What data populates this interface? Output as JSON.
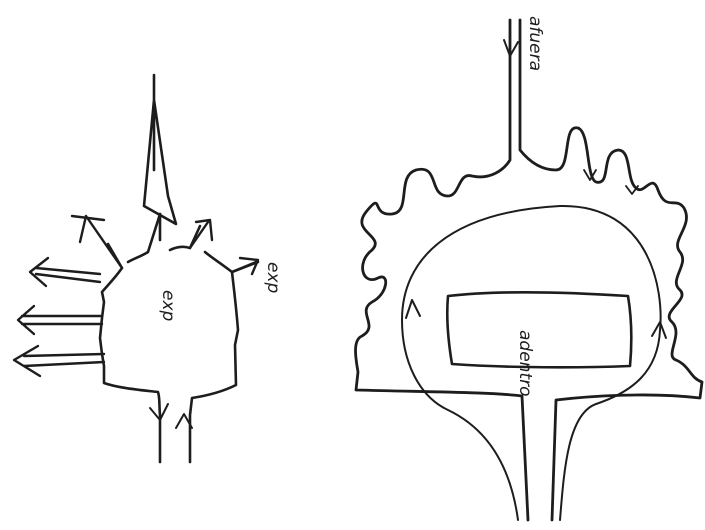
{
  "diagram": {
    "left_figure": {
      "center_label": "exp",
      "side_label": "exp"
    },
    "right_figure": {
      "top_label": "afuera",
      "inner_label": "adentro"
    }
  }
}
